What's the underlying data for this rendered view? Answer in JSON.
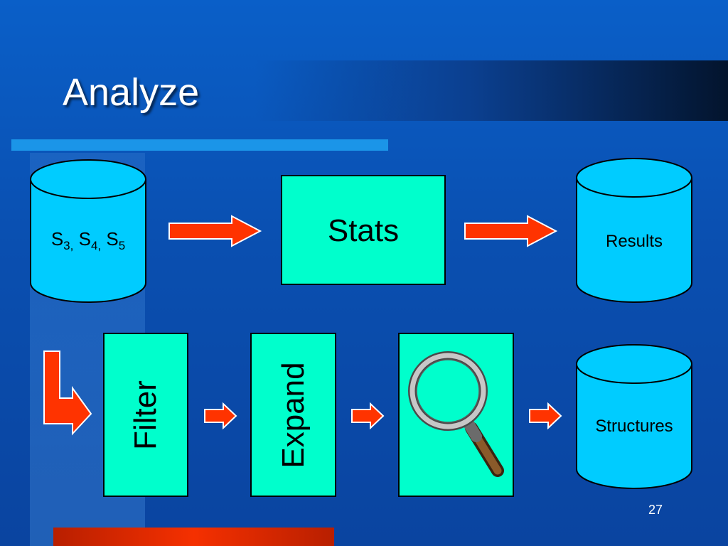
{
  "slide": {
    "title": "Analyze",
    "page_number": "27",
    "colors": {
      "box_fill": "#00ffcc",
      "cylinder_fill": "#00ccff",
      "arrow_fill": "#ff3300",
      "accent_bar": "#1b95e8"
    }
  },
  "diagram": {
    "source_db": {
      "parts": [
        {
          "base": "S",
          "sub": "3,"
        },
        {
          "base": " S",
          "sub": "4,"
        },
        {
          "base": " S",
          "sub": "5"
        }
      ]
    },
    "stats_box": {
      "label": "Stats"
    },
    "results_db": {
      "label": "Results"
    },
    "filter_box": {
      "label": "Filter"
    },
    "expand_box": {
      "label": "Expand"
    },
    "inspect_box": {
      "icon": "magnifying-glass-icon"
    },
    "structures_db": {
      "label": "Structures"
    }
  }
}
